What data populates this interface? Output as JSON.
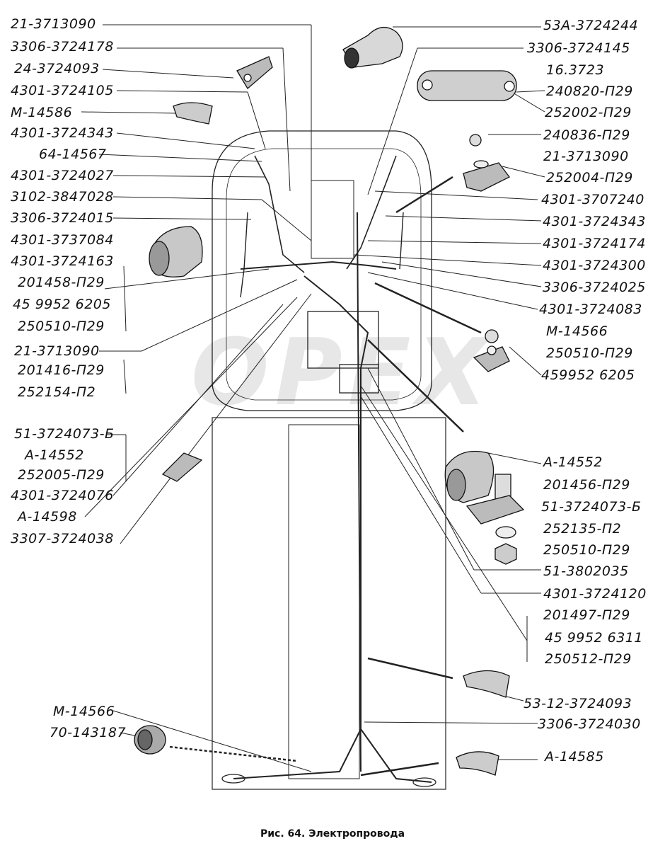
{
  "caption": "Рис. 64. Электропровода",
  "watermark": "OPEX",
  "left_labels": [
    "21-3713090",
    "3306-3724178",
    "24-3724093",
    "4301-3724105",
    "M-14586",
    "4301-3724343",
    "64-14567",
    "4301-3724027",
    "3102-3847028",
    "3306-3724015",
    "4301-3737084",
    "4301-3724163",
    "201458-П29",
    "45 9952 6205",
    "250510-П29",
    "21-3713090",
    "201416-П29",
    "252154-П2",
    "51-3724073-Б",
    "A-14552",
    "252005-П29",
    "4301-3724076",
    "A-14598",
    "3307-3724038",
    "M-14566",
    "70-143187"
  ],
  "right_labels": [
    "53A-3724244",
    "3306-3724145",
    "16.3723",
    "240820-П29",
    "252002-П29",
    "240836-П29",
    "21-3713090",
    "252004-П29",
    "4301-3707240",
    "4301-3724343",
    "4301-3724174",
    "4301-3724300",
    "3306-3724025",
    "4301-3724083",
    "M-14566",
    "250510-П29",
    "459952 6205",
    "A-14552",
    "201456-П29",
    "51-3724073-Б",
    "252135-П2",
    "250510-П29",
    "51-3802035",
    "4301-3724120",
    "201497-П29",
    "45 9952 6311",
    "250512-П29",
    "53-12-3724093",
    "3306-3724030",
    "A-14585"
  ]
}
